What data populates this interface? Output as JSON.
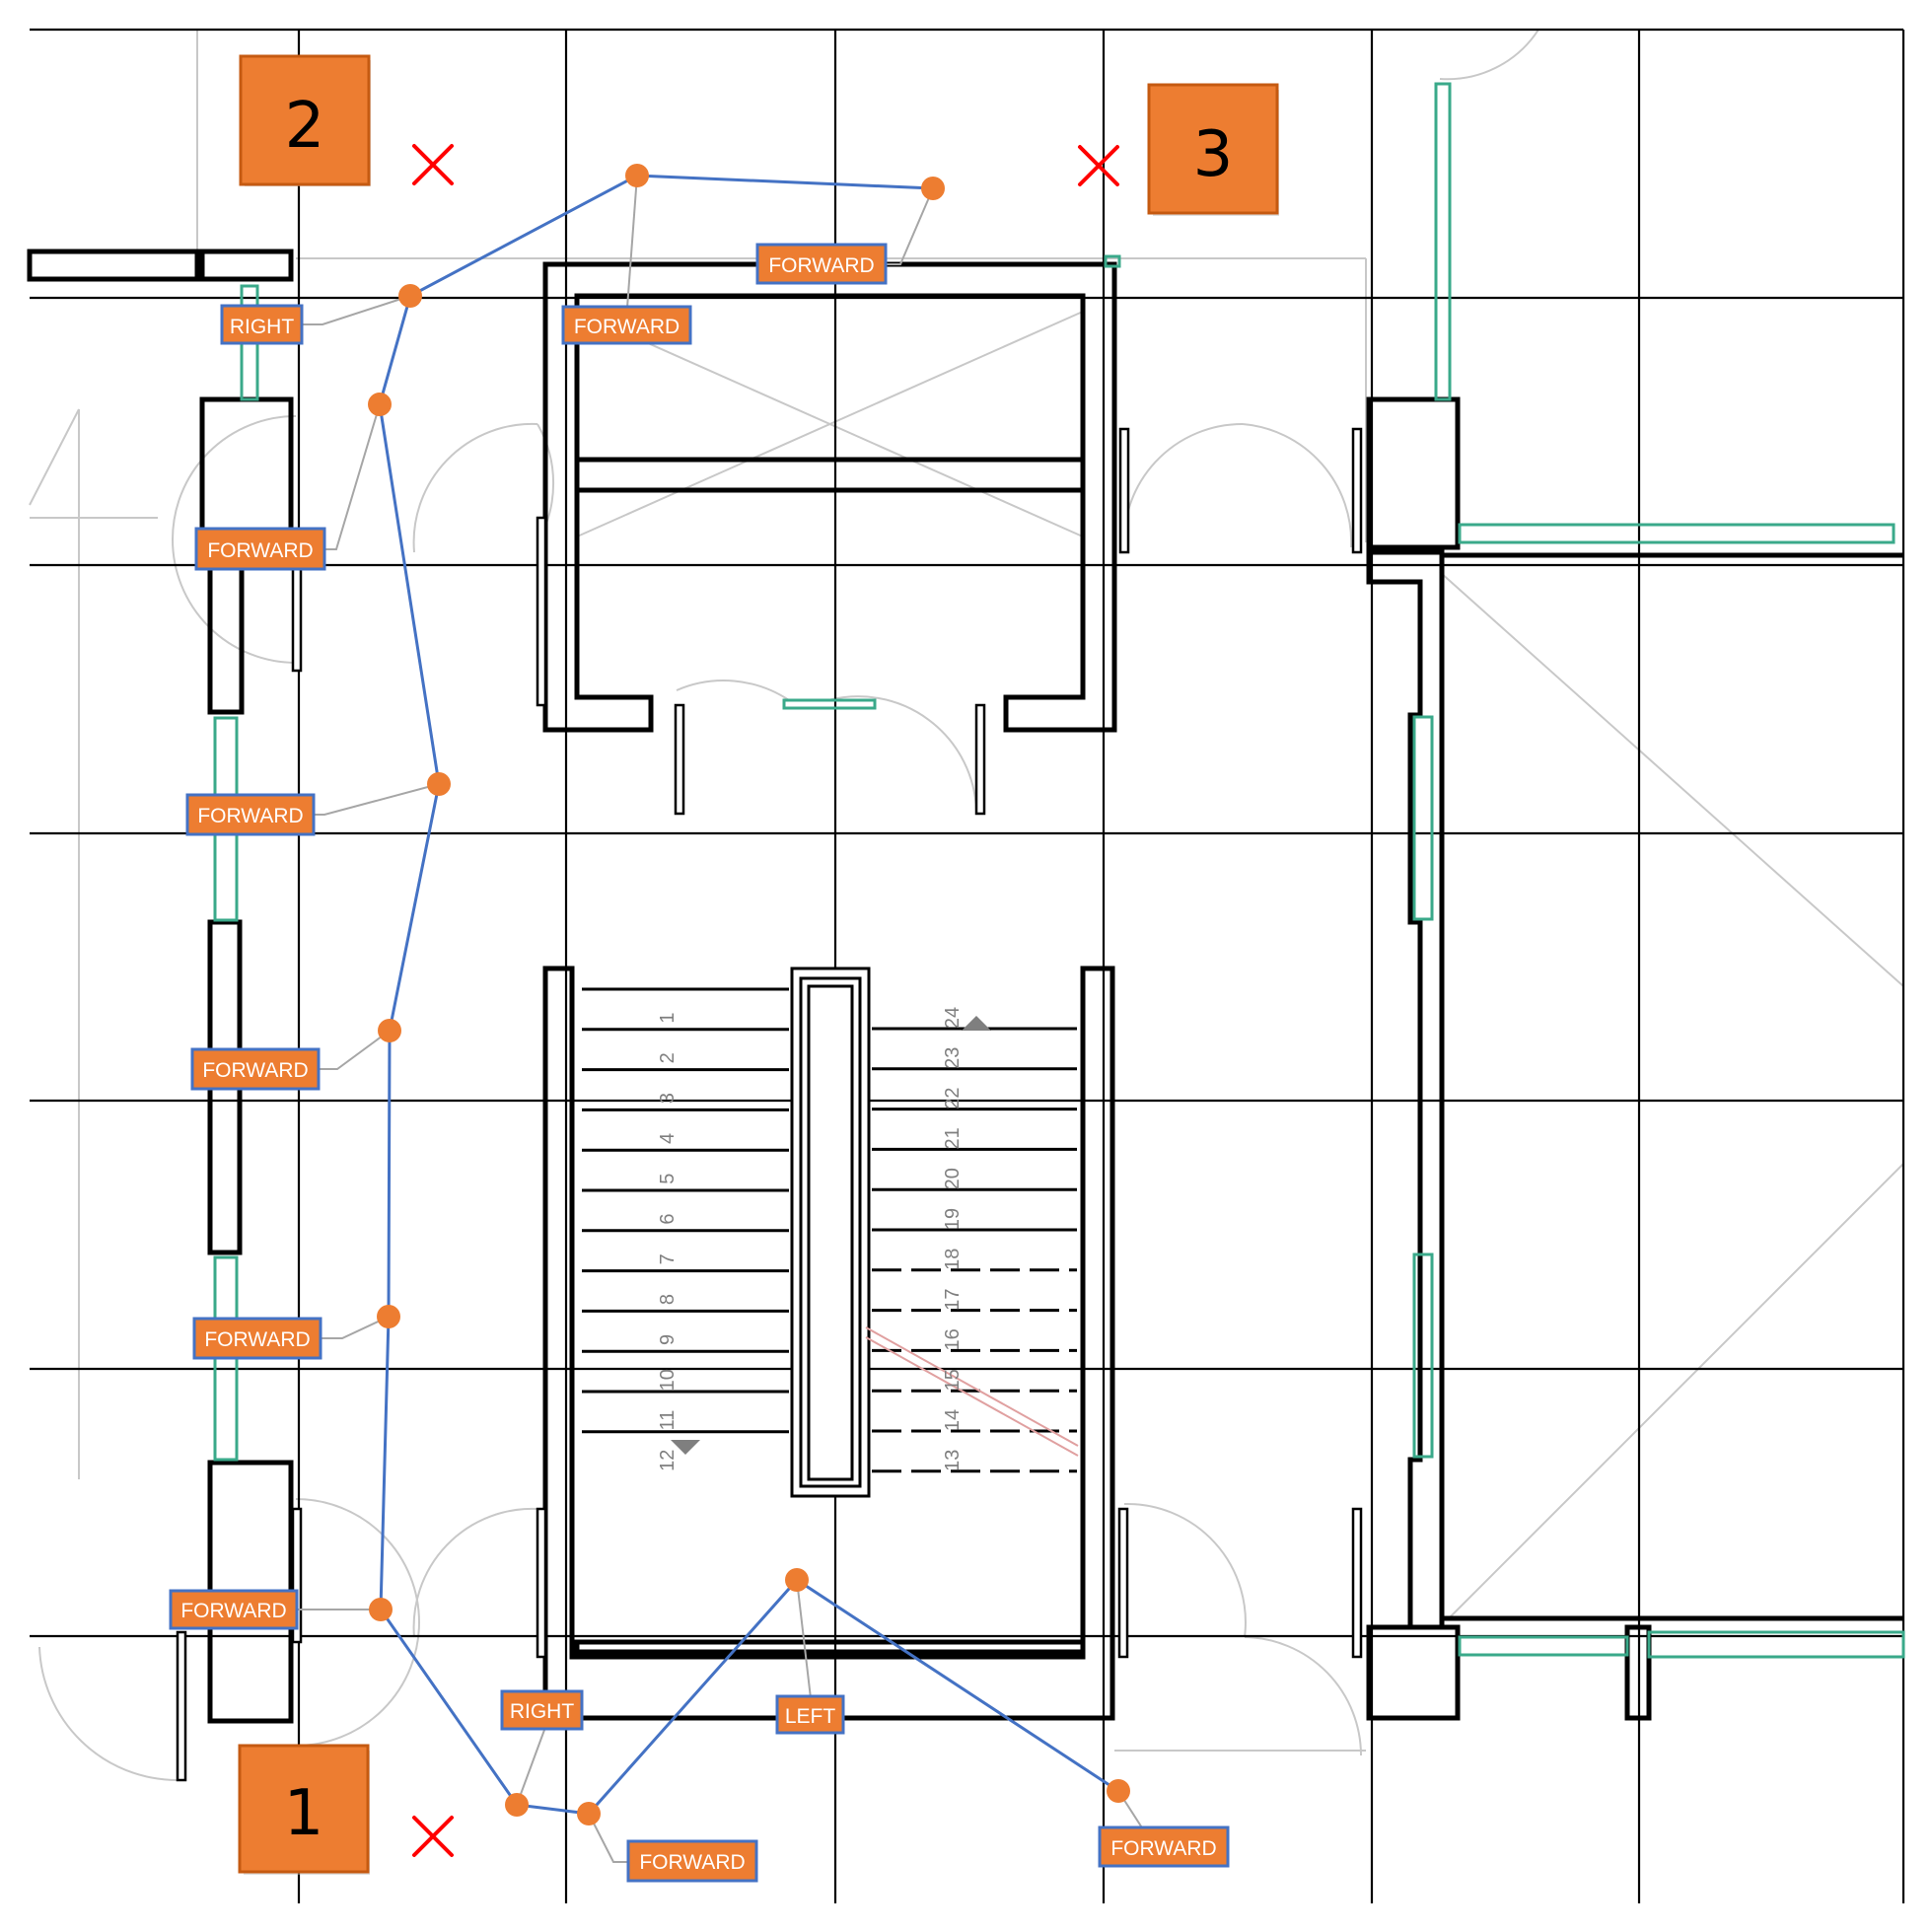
{
  "colors": {
    "grid": "#000000",
    "wall": "#000000",
    "thin": "#c8c8c8",
    "window": "#3aa98a",
    "path": "#4472c4",
    "node": "#ed7d31",
    "label_fill": "#ed7d31",
    "label_border": "#4472c4",
    "badge_fill": "#ed7d31",
    "badge_border": "#c55a11",
    "marker": "#ff0000",
    "stair_number": "#7f7f7f"
  },
  "position_markers": [
    {
      "id": "1",
      "text": "1"
    },
    {
      "id": "2",
      "text": "2"
    },
    {
      "id": "3",
      "text": "3"
    }
  ],
  "target_markers": [
    "marker-1",
    "marker-2",
    "marker-3"
  ],
  "route_labels": [
    {
      "id": "right-top",
      "text": "RIGHT"
    },
    {
      "id": "forward-top-left",
      "text": "FORWARD"
    },
    {
      "id": "forward-top-right",
      "text": "FORWARD"
    },
    {
      "id": "forward-1",
      "text": "FORWARD"
    },
    {
      "id": "forward-2",
      "text": "FORWARD"
    },
    {
      "id": "forward-3",
      "text": "FORWARD"
    },
    {
      "id": "forward-4",
      "text": "FORWARD"
    },
    {
      "id": "forward-5",
      "text": "FORWARD"
    },
    {
      "id": "right-bottom",
      "text": "RIGHT"
    },
    {
      "id": "left-bottom",
      "text": "LEFT"
    },
    {
      "id": "forward-bottom-mid",
      "text": "FORWARD"
    },
    {
      "id": "forward-bottom-right",
      "text": "FORWARD"
    }
  ],
  "stair_numbers": {
    "left_flight": [
      "1",
      "2",
      "3",
      "4",
      "5",
      "6",
      "7",
      "8",
      "9",
      "10",
      "11",
      "12"
    ],
    "right_flight": [
      "24",
      "23",
      "22",
      "21",
      "20",
      "19",
      "18",
      "17",
      "16",
      "15",
      "14",
      "13"
    ]
  }
}
